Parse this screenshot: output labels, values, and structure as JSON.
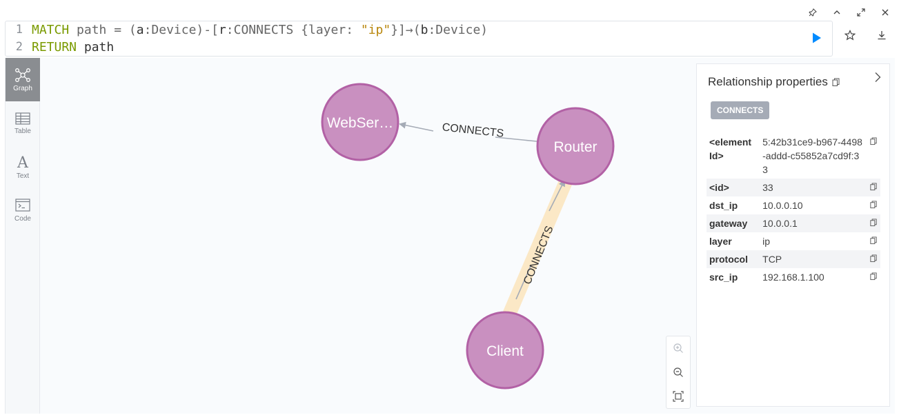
{
  "editor": {
    "line_numbers": [
      "1",
      "2"
    ],
    "line1": {
      "kw_match": "MATCH",
      "part_a": " path = (",
      "var_a": "a",
      "label_a": ":Device)-[",
      "var_r": "r",
      "type_r": ":CONNECTS {layer: ",
      "str_ip": "\"ip\"",
      "part_b": "}]→(",
      "var_b": "b",
      "label_b": ":Device)"
    },
    "line2": {
      "kw_return": "RETURN",
      "rest": " path"
    }
  },
  "rail": [
    {
      "label": "Graph",
      "icon": "graph-icon",
      "active": true
    },
    {
      "label": "Table",
      "icon": "table-icon",
      "active": false
    },
    {
      "label": "Text",
      "icon": "text-icon",
      "active": false
    },
    {
      "label": "Code",
      "icon": "code-icon",
      "active": false
    }
  ],
  "graph": {
    "nodes": [
      {
        "id": "webserver",
        "label": "WebSer…"
      },
      {
        "id": "router",
        "label": "Router"
      },
      {
        "id": "client",
        "label": "Client"
      }
    ],
    "edges": [
      {
        "from": "router",
        "to": "webserver",
        "label": "CONNECTS",
        "selected": false
      },
      {
        "from": "client",
        "to": "router",
        "label": "CONNECTS",
        "selected": true
      }
    ],
    "colors": {
      "node_fill": "#c990c0",
      "node_stroke": "#b261a5",
      "edge": "#a5abb6",
      "highlight": "#fbe8c6"
    }
  },
  "props": {
    "title": "Relationship properties",
    "badge": "CONNECTS",
    "rows": [
      {
        "key": "<element\nId>",
        "value": "5:42b31ce9-b967-4498-addd-c55852a7cd9f:33"
      },
      {
        "key": "<id>",
        "value": "33"
      },
      {
        "key": "dst_ip",
        "value": "10.0.0.10"
      },
      {
        "key": "gateway",
        "value": "10.0.0.1"
      },
      {
        "key": "layer",
        "value": "ip"
      },
      {
        "key": "protocol",
        "value": "TCP"
      },
      {
        "key": "src_ip",
        "value": "192.168.1.100"
      }
    ]
  }
}
